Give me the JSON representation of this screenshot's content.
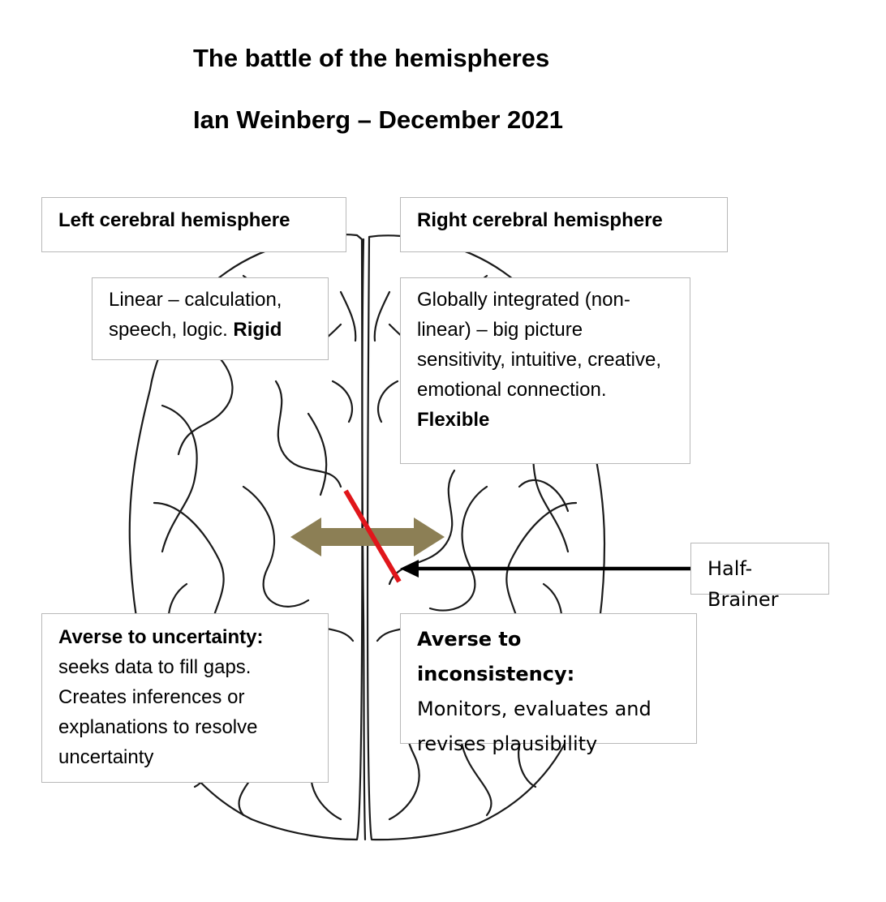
{
  "title": "The battle of the hemispheres",
  "subtitle": "Ian Weinberg – December 2021",
  "left_header": "Left cerebral hemisphere",
  "right_header": "Right cerebral hemisphere",
  "left_trait": {
    "text": "Linear – calculation, speech, logic. ",
    "bold": "Rigid"
  },
  "right_trait": {
    "text": "Globally integrated (non-linear) – big picture sensitivity, intuitive, creative, emotional connection. ",
    "bold": "Flexible"
  },
  "left_averse": {
    "heading": "Averse to uncertainty:",
    "text": "seeks data to fill gaps. Creates inferences or explanations to resolve uncertainty"
  },
  "right_averse": {
    "heading": "Averse to inconsistency:",
    "text": "Monitors, evaluates and revises plausibility"
  },
  "pointer_label": "Half-Brainer",
  "colors": {
    "double_arrow": "#8c7f55",
    "block_line": "#e0161b",
    "pointer": "#000000"
  }
}
